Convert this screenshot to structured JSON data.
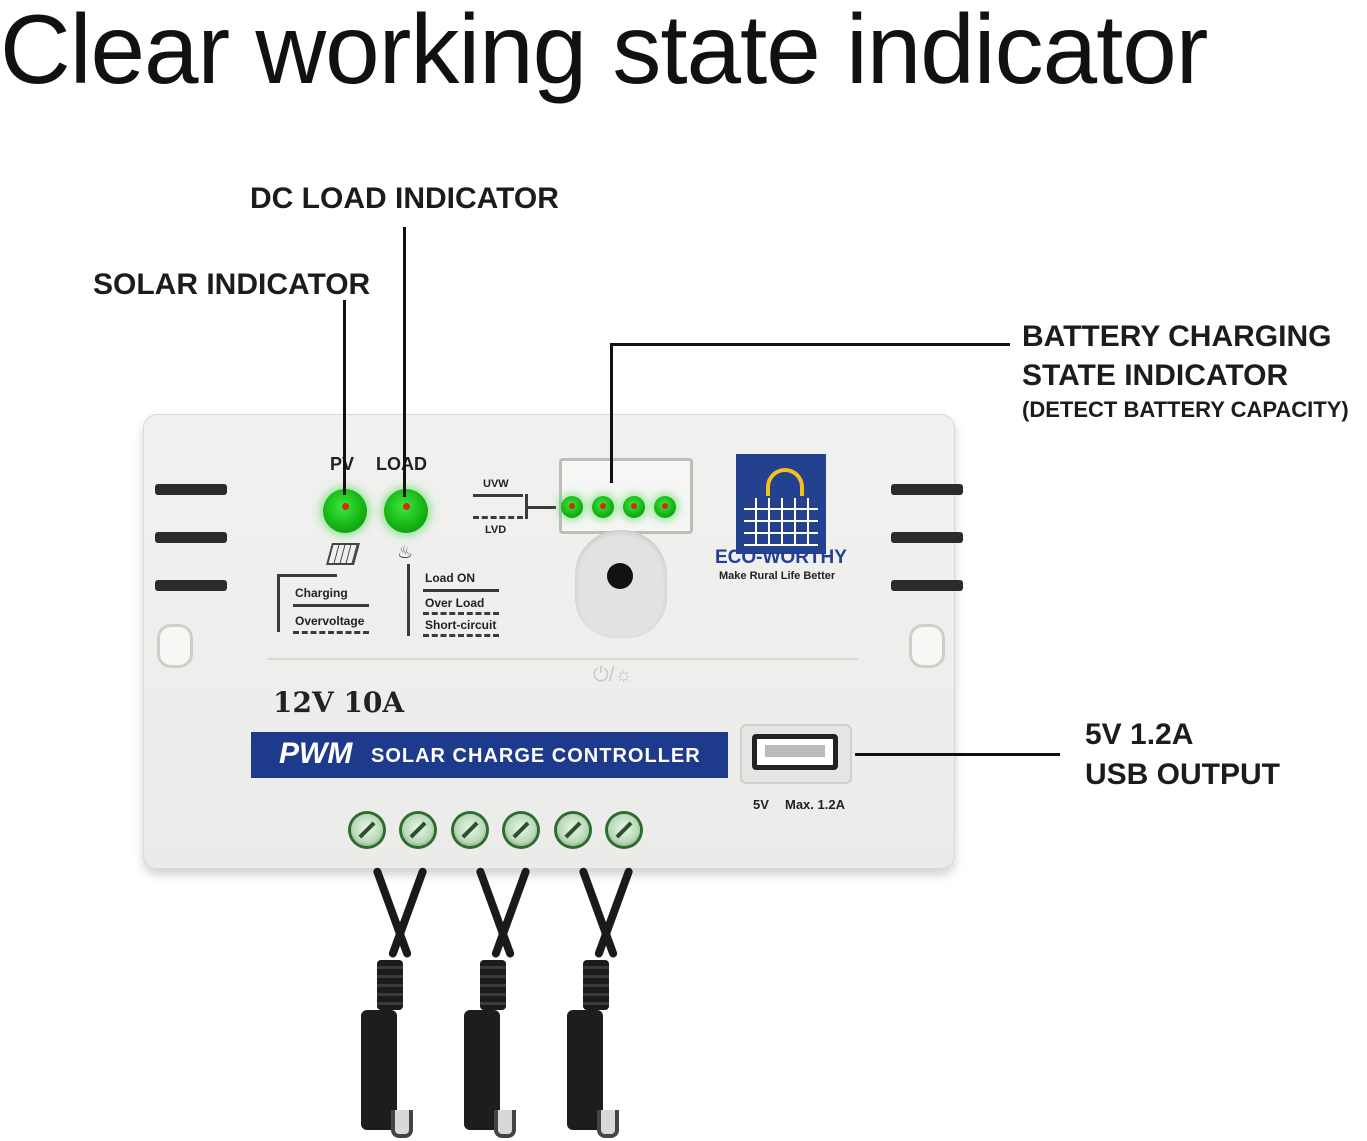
{
  "headline": "Clear working state indicator",
  "callouts": {
    "dc_load": "DC LOAD INDICATOR",
    "solar": "SOLAR INDICATOR",
    "battery_line1": "BATTERY CHARGING",
    "battery_line2": "STATE INDICATOR",
    "battery_note": "(DETECT BATTERY CAPACITY)",
    "usb_line1": "5V 1.2A",
    "usb_line2": "USB OUTPUT"
  },
  "device": {
    "pv_label": "PV",
    "load_label": "LOAD",
    "uvw": "UVW",
    "lvd": "LVD",
    "charging": "Charging",
    "overvoltage": "Overvoltage",
    "load_on": "Load ON",
    "over_load": "Over Load",
    "short_circuit": "Short-circuit",
    "brand": "ECO-WORTHY",
    "tagline": "Make Rural Life Better",
    "rating": "12V 10A",
    "banner_pwm": "PWM",
    "banner_text": "SOLAR CHARGE CONTROLLER",
    "usb_5v": "5V",
    "usb_max": "Max. 1.2A",
    "power_symbol": "⏻/☼"
  },
  "colors": {
    "led_green": "#16b516",
    "led_red_dot": "#d42a16",
    "banner_blue": "#1d3a8c",
    "logo_blue": "#23418f",
    "logo_sun": "#f3c21a"
  }
}
